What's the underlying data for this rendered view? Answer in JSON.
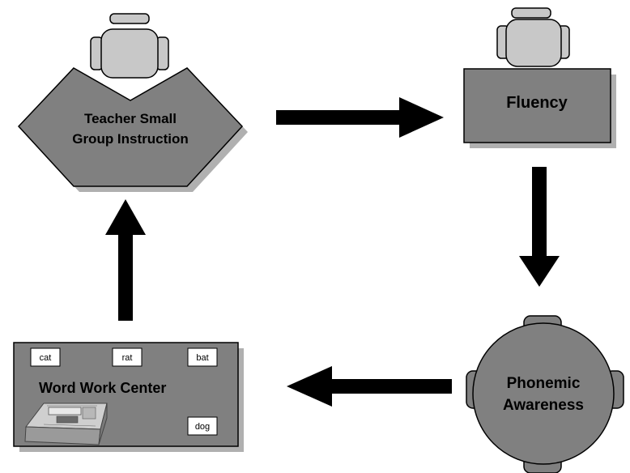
{
  "stations": {
    "teacher": {
      "line1": "Teacher Small",
      "line2": "Group Instruction"
    },
    "fluency": {
      "label": "Fluency"
    },
    "phonemic": {
      "line1": "Phonemic",
      "line2": "Awareness"
    },
    "word_work": {
      "label": "Word Work Center"
    }
  },
  "word_cards": [
    "cat",
    "rat",
    "bat",
    "dog"
  ],
  "colors": {
    "station_fill": "#808080",
    "shadow": "#b0b0b0",
    "chair": "#c8c8c8",
    "arrow": "#000000",
    "card_fill": "#ffffff"
  },
  "icons": [
    "chair-icon",
    "chair-icon",
    "computer-icon"
  ]
}
